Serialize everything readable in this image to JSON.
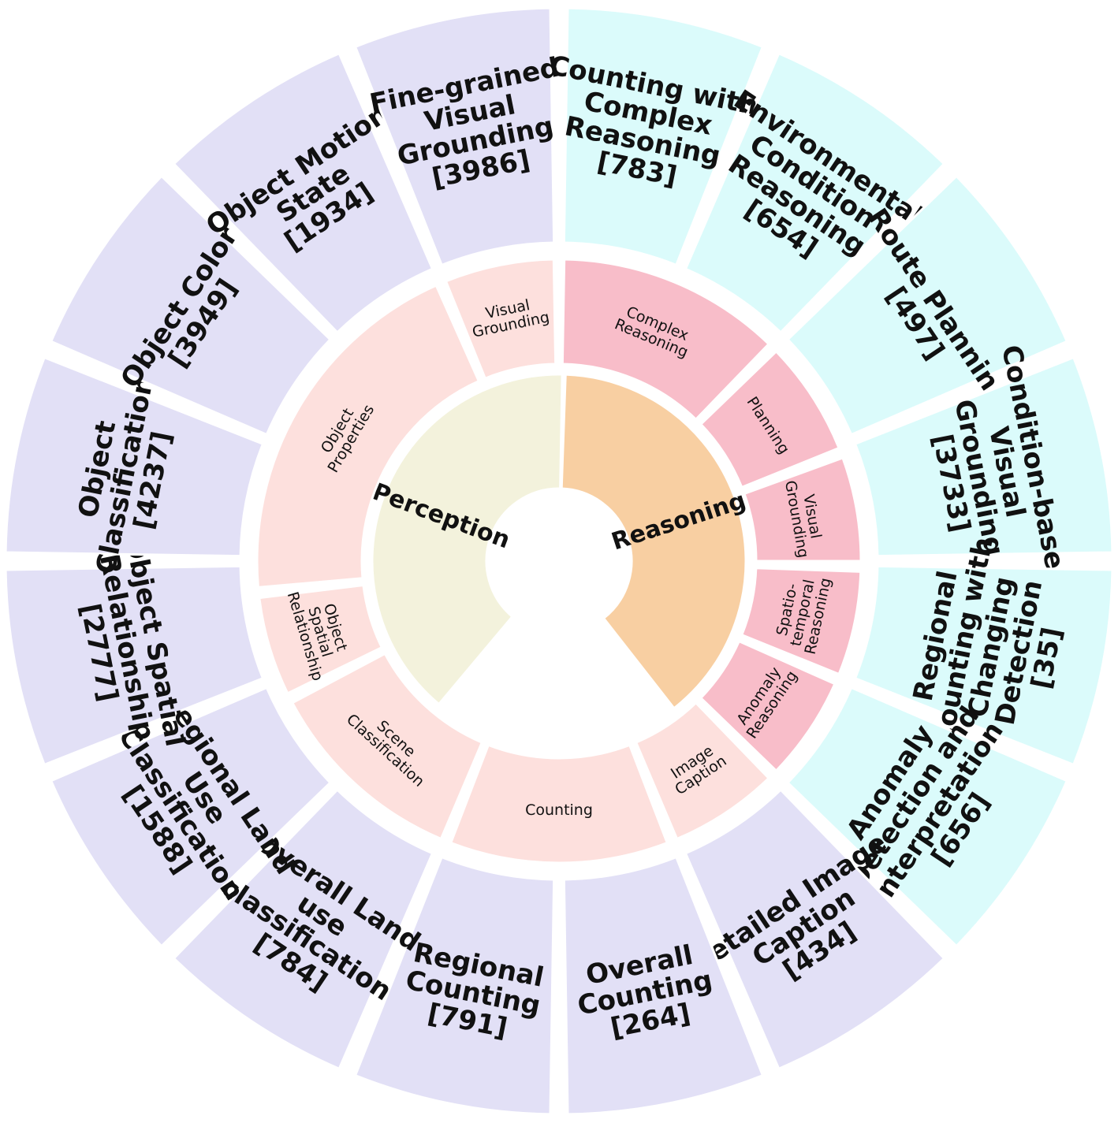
{
  "colors": {
    "perception_core": "#f3f2dc",
    "reasoning_core": "#f8cfa2",
    "perception_mid": "#fde0dd",
    "reasoning_mid": "#f8bdc9",
    "perception_outer": "#e2e0f6",
    "reasoning_outer": "#dbfbfb"
  },
  "core": [
    {
      "label": "Perception",
      "group": "perception"
    },
    {
      "label": "Reasoning",
      "group": "reasoning"
    }
  ],
  "middle": [
    {
      "lines": [
        "Visual",
        "Grounding"
      ],
      "group": "perception"
    },
    {
      "lines": [
        "Complex",
        "Reasoning"
      ],
      "group": "reasoning"
    },
    {
      "lines": [
        "Planning"
      ],
      "group": "reasoning"
    },
    {
      "lines": [
        "Visual",
        "Grounding"
      ],
      "group": "reasoning"
    },
    {
      "lines": [
        "Spatio-",
        "temporal",
        "Reasoning"
      ],
      "group": "reasoning"
    },
    {
      "lines": [
        "Anomaly",
        "Reasoning"
      ],
      "group": "reasoning"
    },
    {
      "lines": [
        "Image",
        "Caption"
      ],
      "group": "perception"
    },
    {
      "lines": [
        "Counting"
      ],
      "group": "perception"
    },
    {
      "lines": [
        "Scene",
        "Classification"
      ],
      "group": "perception"
    },
    {
      "lines": [
        "Object",
        "Spatial",
        "Relationship"
      ],
      "group": "perception"
    },
    {
      "lines": [
        "Object",
        "Properties"
      ],
      "group": "perception"
    }
  ],
  "outer": [
    {
      "lines": [
        "Counting with",
        "Complex",
        "Reasoning",
        "[783]"
      ],
      "group": "reasoning"
    },
    {
      "lines": [
        "Environmental",
        "Condition",
        "Reasoning",
        "[654]"
      ],
      "group": "reasoning"
    },
    {
      "lines": [
        "Route Planning",
        "[497]"
      ],
      "group": "reasoning"
    },
    {
      "lines": [
        "Condition-based",
        "Visual",
        "Grounding",
        "[3733]"
      ],
      "group": "reasoning"
    },
    {
      "lines": [
        "Regional",
        "Counting with",
        "Changing",
        "Detection",
        "[35]"
      ],
      "group": "reasoning"
    },
    {
      "lines": [
        "Anomaly",
        "Detection and",
        "Interpretation",
        "[656]"
      ],
      "group": "reasoning"
    },
    {
      "lines": [
        "Detailed Image",
        "Caption",
        "[434]"
      ],
      "group": "perception"
    },
    {
      "lines": [
        "Overall",
        "Counting",
        "[264]"
      ],
      "group": "perception"
    },
    {
      "lines": [
        "Regional",
        "Counting",
        "[791]"
      ],
      "group": "perception"
    },
    {
      "lines": [
        "Overall Land",
        "use",
        "classification",
        "[784]"
      ],
      "group": "perception"
    },
    {
      "lines": [
        "Regional Land",
        "Use",
        "Classification",
        "[1588]"
      ],
      "group": "perception"
    },
    {
      "lines": [
        "Object Spatial",
        "Relationship",
        "[2777]"
      ],
      "group": "perception"
    },
    {
      "lines": [
        "Object",
        "Classification",
        "[4237]"
      ],
      "group": "perception"
    },
    {
      "lines": [
        "Object Color",
        "[3949]"
      ],
      "group": "perception"
    },
    {
      "lines": [
        "Object Motion",
        "State",
        "[1934]"
      ],
      "group": "perception"
    },
    {
      "lines": [
        "Fine-grained",
        "Visual",
        "Grounding",
        "[3986]"
      ],
      "group": "perception"
    }
  ]
}
